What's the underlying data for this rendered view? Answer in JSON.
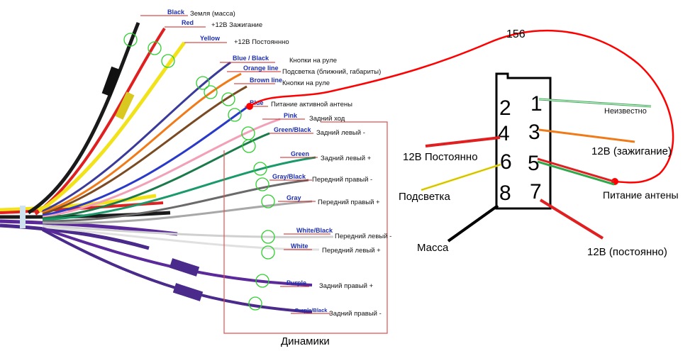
{
  "colors": {
    "wire_label": "#1c2fb0",
    "highlight_ring": "#2fcf2f",
    "red_line": "#ff0000",
    "speaker_box": "#e05050"
  },
  "harness": {
    "wires": [
      {
        "id": "black",
        "code": "Black",
        "desc": "Земля (масса)",
        "color": "#1a1a1a"
      },
      {
        "id": "red",
        "code": "Red",
        "desc": "+12В Зажигание",
        "color": "#e02020"
      },
      {
        "id": "yellow",
        "code": "Yellow",
        "desc": "+12В Постояннно",
        "color": "#f2e21a"
      },
      {
        "id": "blue-black",
        "code": "Blue / Black",
        "desc": "Кнопки на руле",
        "color": "#3a3a9a"
      },
      {
        "id": "orange",
        "code": "Orange line",
        "desc": "Подсветка (ближний, габариты)",
        "color": "#f07a18"
      },
      {
        "id": "brown",
        "code": "Brown line",
        "desc": "Кнопки на руле",
        "color": "#7a4a22"
      },
      {
        "id": "blue",
        "code": "Blue",
        "desc": "Питание активной антены",
        "color": "#2a3ac8"
      },
      {
        "id": "pink",
        "code": "Pink",
        "desc": "Задний ход",
        "color": "#f2a0b8"
      },
      {
        "id": "green-black",
        "code": "Green/Black",
        "desc": "Задний левый -",
        "color": "#1a7a4a"
      },
      {
        "id": "green",
        "code": "Green",
        "desc": "Задний левый +",
        "color": "#1a9a6a"
      },
      {
        "id": "gray-black",
        "code": "Gray/Black",
        "desc": "Передний правый -",
        "color": "#6a6a6a"
      },
      {
        "id": "gray",
        "code": "Gray",
        "desc": "Передний правый +",
        "color": "#a8a8a8"
      },
      {
        "id": "white-black",
        "code": "White/Black",
        "desc": "Передний левый -",
        "color": "#d8d8d8"
      },
      {
        "id": "white",
        "code": "White",
        "desc": "Передний левый +",
        "color": "#e8e8e8"
      },
      {
        "id": "purple",
        "code": "Purple",
        "desc": "Задний правый +",
        "color": "#5a2a9a"
      },
      {
        "id": "purple-black",
        "code": "Purple/Black",
        "desc": "Задний правый -",
        "color": "#4a2a8a"
      }
    ],
    "speaker_group_label": "Динамики"
  },
  "connector": {
    "title": "156",
    "pins": [
      {
        "pin": "1",
        "label": "Неизвестно",
        "wire": "#2ea84a"
      },
      {
        "pin": "2",
        "label": "",
        "wire": ""
      },
      {
        "pin": "3",
        "label": "12В (зажигание)",
        "wire": "#f07a18"
      },
      {
        "pin": "4",
        "label": "12В Постоянно",
        "wire": "#e02020"
      },
      {
        "pin": "5",
        "label": "Питание антены",
        "wire": "#2ea84a"
      },
      {
        "pin": "6",
        "label": "Подсветка",
        "wire": "#f2e21a"
      },
      {
        "pin": "7",
        "label": "12В (постоянно)",
        "wire": "#e02020"
      },
      {
        "pin": "8",
        "label": "Масса",
        "wire": "#000000"
      }
    ]
  }
}
